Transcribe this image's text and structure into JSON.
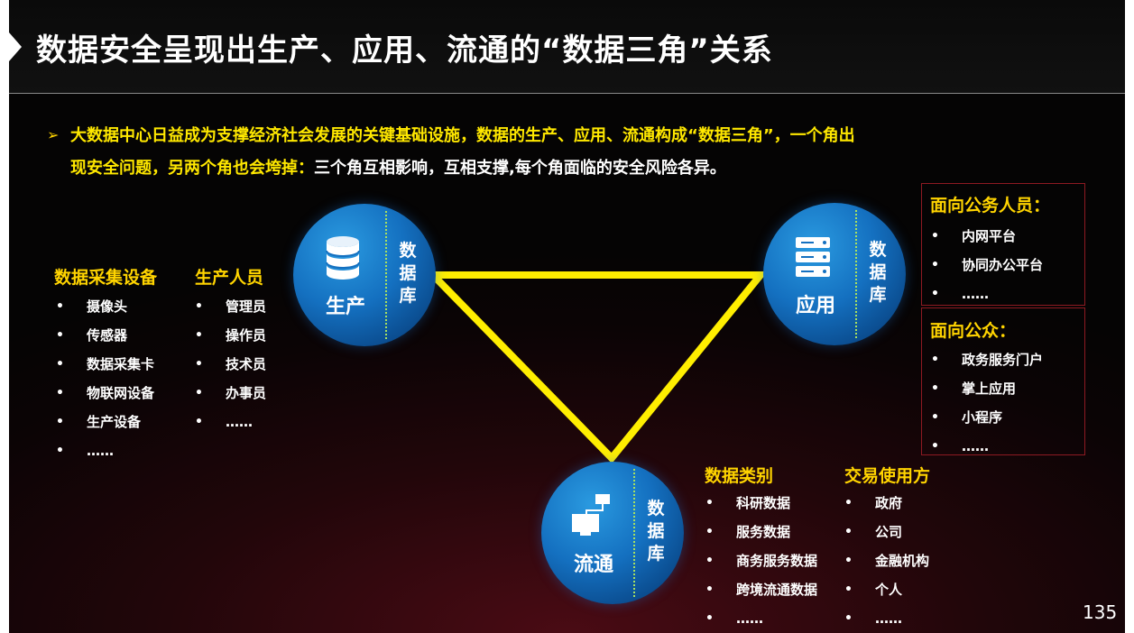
{
  "title": "数据安全呈现出生产、应用、流通的“数据三角”关系",
  "intro": {
    "line1": "大数据中心日益成为支撑经济社会发展的关键基础设施，数据的生产、应用、流通构成“数据三角”，一个角出",
    "line2_highlight": "现安全问题，另两个角也会垮掉：",
    "line2_rest": "三个角互相影响，互相支撑,每个角面临的安全风险各异。"
  },
  "nodes": {
    "production": {
      "name": "生产",
      "db": [
        "数",
        "据",
        "库"
      ],
      "icon": "database-icon"
    },
    "application": {
      "name": "应用",
      "db": [
        "数",
        "据",
        "库"
      ],
      "icon": "server-icon"
    },
    "circulation": {
      "name": "流通",
      "db": [
        "数",
        "据",
        "库"
      ],
      "icon": "network-computer-icon"
    }
  },
  "left_groups": {
    "devices": {
      "heading": "数据采集设备",
      "items": [
        "摄像头",
        "传感器",
        "数据采集卡",
        "物联网设备",
        "生产设备",
        "……"
      ]
    },
    "personnel": {
      "heading": "生产人员",
      "items": [
        "管理员",
        "操作员",
        "技术员",
        "办事员",
        "……"
      ]
    }
  },
  "right_groups": {
    "civil_servants": {
      "heading": "面向公务人员：",
      "items": [
        "内网平台",
        "协同办公平台",
        "……"
      ]
    },
    "public": {
      "heading": "面向公众：",
      "items": [
        "政务服务门户",
        "掌上应用",
        "小程序",
        "……"
      ]
    }
  },
  "bottom_groups": {
    "categories": {
      "heading": "数据类别",
      "items": [
        "科研数据",
        "服务数据",
        "商务服务数据",
        "跨境流通数据",
        "……"
      ]
    },
    "parties": {
      "heading": "交易使用方",
      "items": [
        "政府",
        "公司",
        "金融机构",
        "个人",
        "……"
      ]
    }
  },
  "page_number": "135",
  "colors": {
    "accent_yellow": "#ffe800",
    "node_blue": "#1470c0",
    "box_red": "#8e1a22"
  }
}
